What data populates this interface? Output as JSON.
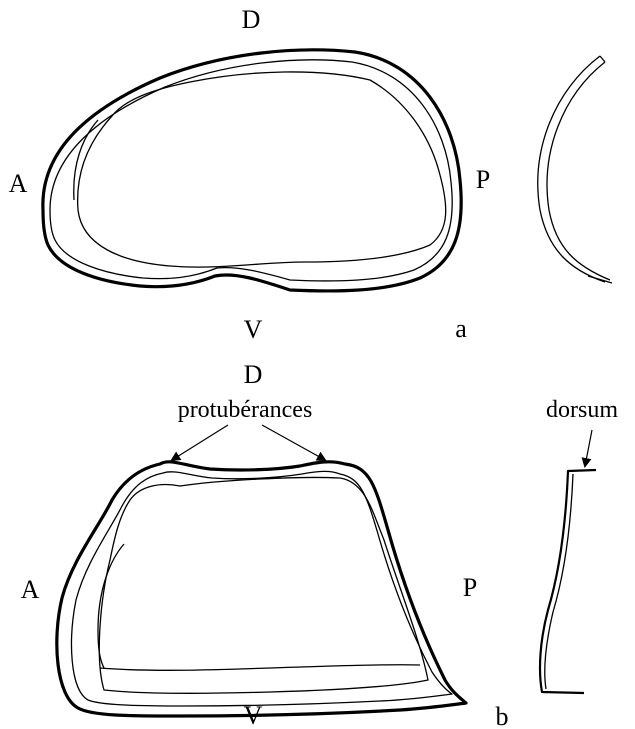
{
  "panel_a": {
    "label_dorsal": "D",
    "label_anterior": "A",
    "label_posterior": "P",
    "label_ventral": "V",
    "panel_letter": "a"
  },
  "panel_b": {
    "label_dorsal": "D",
    "label_anterior": "A",
    "label_posterior": "P",
    "label_ventral": "V",
    "panel_letter": "b",
    "annotation_protuberances": "protubérances",
    "annotation_dorsum": "dorsum"
  }
}
